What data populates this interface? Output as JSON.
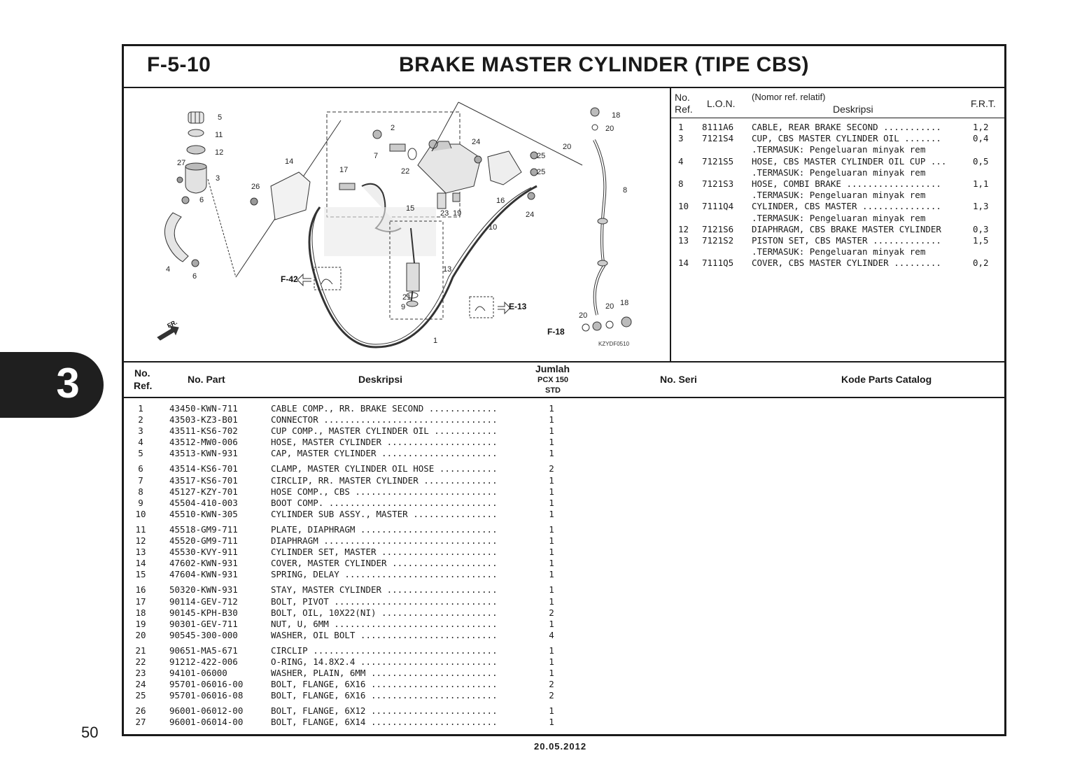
{
  "header": {
    "code": "F-5-10",
    "title": "BRAKE MASTER CYLINDER (TIPE CBS)"
  },
  "section_tab": "3",
  "page_number": "50",
  "date": "20.05.2012",
  "diagram": {
    "code": "KZYDF0510",
    "refs": {
      "F42": "F-42",
      "E13": "E-13",
      "F18": "F-18",
      "FR": "FR."
    },
    "callouts": [
      "1",
      "2",
      "3",
      "4",
      "5",
      "6",
      "6",
      "7",
      "8",
      "9",
      "10",
      "11",
      "12",
      "13",
      "14",
      "15",
      "16",
      "17",
      "18",
      "18",
      "19",
      "20",
      "20",
      "20",
      "21",
      "22",
      "23",
      "24",
      "24",
      "25",
      "25",
      "26",
      "27"
    ]
  },
  "frt_table": {
    "headers": {
      "no": "No.",
      "ref": "Ref.",
      "lon": "L.O.N.",
      "nomor_ref": "(Nomor ref. relatif)",
      "deskripsi": "Deskripsi",
      "frt": "F.R.T."
    },
    "rows": [
      {
        "ref": "1",
        "lon": "8111A6",
        "desc": "CABLE, REAR BRAKE SECOND ...........",
        "frt": "1,2"
      },
      {
        "ref": "3",
        "lon": "7121S4",
        "desc": "CUP, CBS MASTER CYLINDER OIL .......",
        "frt": "0,4"
      },
      {
        "ref": "",
        "lon": "",
        "desc": ".TERMASUK: Pengeluaran minyak rem",
        "frt": ""
      },
      {
        "ref": "4",
        "lon": "7121S5",
        "desc": "HOSE, CBS MASTER CYLINDER OIL CUP ...",
        "frt": "0,5"
      },
      {
        "ref": "",
        "lon": "",
        "desc": ".TERMASUK: Pengeluaran minyak rem",
        "frt": ""
      },
      {
        "ref": "8",
        "lon": "7121S3",
        "desc": "HOSE, COMBI BRAKE ..................",
        "frt": "1,1"
      },
      {
        "ref": "",
        "lon": "",
        "desc": ".TERMASUK: Pengeluaran minyak rem",
        "frt": ""
      },
      {
        "ref": "10",
        "lon": "7111Q4",
        "desc": "CYLINDER, CBS MASTER ...............",
        "frt": "1,3"
      },
      {
        "ref": "",
        "lon": "",
        "desc": ".TERMASUK: Pengeluaran minyak rem",
        "frt": ""
      },
      {
        "ref": "12",
        "lon": "7121S6",
        "desc": "DIAPHRAGM, CBS BRAKE MASTER CYLINDER",
        "frt": "0,3"
      },
      {
        "ref": "13",
        "lon": "7121S2",
        "desc": "PISTON SET, CBS MASTER .............",
        "frt": "1,5"
      },
      {
        "ref": "",
        "lon": "",
        "desc": ".TERMASUK: Pengeluaran minyak rem",
        "frt": ""
      },
      {
        "ref": "14",
        "lon": "7111Q5",
        "desc": "COVER, CBS MASTER CYLINDER .........",
        "frt": "0,2"
      }
    ]
  },
  "parts_table": {
    "headers": {
      "no": "No.",
      "ref": "Ref.",
      "part": "No. Part",
      "desc": "Deskripsi",
      "jumlah": "Jumlah",
      "model": "PCX 150",
      "variant": "STD",
      "seri": "No. Seri",
      "kode": "Kode Parts Catalog"
    },
    "groups": [
      [
        {
          "ref": "1",
          "part": "43450-KWN-711",
          "desc": "CABLE COMP., RR. BRAKE SECOND .............",
          "qty": "1"
        },
        {
          "ref": "2",
          "part": "43503-KZ3-B01",
          "desc": "CONNECTOR .................................",
          "qty": "1"
        },
        {
          "ref": "3",
          "part": "43511-KS6-702",
          "desc": "CUP COMP., MASTER CYLINDER OIL ............",
          "qty": "1"
        },
        {
          "ref": "4",
          "part": "43512-MW0-006",
          "desc": "HOSE, MASTER CYLINDER .....................",
          "qty": "1"
        },
        {
          "ref": "5",
          "part": "43513-KWN-931",
          "desc": "CAP, MASTER CYLINDER ......................",
          "qty": "1"
        }
      ],
      [
        {
          "ref": "6",
          "part": "43514-KS6-701",
          "desc": "CLAMP, MASTER CYLINDER OIL HOSE ...........",
          "qty": "2"
        },
        {
          "ref": "7",
          "part": "43517-KS6-701",
          "desc": "CIRCLIP, RR. MASTER CYLINDER ..............",
          "qty": "1"
        },
        {
          "ref": "8",
          "part": "45127-KZY-701",
          "desc": "HOSE COMP., CBS ...........................",
          "qty": "1"
        },
        {
          "ref": "9",
          "part": "45504-410-003",
          "desc": "BOOT COMP. ................................",
          "qty": "1"
        },
        {
          "ref": "10",
          "part": "45510-KWN-305",
          "desc": "CYLINDER SUB ASSY., MASTER ................",
          "qty": "1"
        }
      ],
      [
        {
          "ref": "11",
          "part": "45518-GM9-711",
          "desc": "PLATE, DIAPHRAGM ..........................",
          "qty": "1"
        },
        {
          "ref": "12",
          "part": "45520-GM9-711",
          "desc": "DIAPHRAGM .................................",
          "qty": "1"
        },
        {
          "ref": "13",
          "part": "45530-KVY-911",
          "desc": "CYLINDER SET, MASTER ......................",
          "qty": "1"
        },
        {
          "ref": "14",
          "part": "47602-KWN-931",
          "desc": "COVER, MASTER CYLINDER ....................",
          "qty": "1"
        },
        {
          "ref": "15",
          "part": "47604-KWN-931",
          "desc": "SPRING, DELAY .............................",
          "qty": "1"
        }
      ],
      [
        {
          "ref": "16",
          "part": "50320-KWN-931",
          "desc": "STAY, MASTER CYLINDER .....................",
          "qty": "1"
        },
        {
          "ref": "17",
          "part": "90114-GEV-712",
          "desc": "BOLT, PIVOT ...............................",
          "qty": "1"
        },
        {
          "ref": "18",
          "part": "90145-KPH-B30",
          "desc": "BOLT, OIL, 10X22(NI) ......................",
          "qty": "2"
        },
        {
          "ref": "19",
          "part": "90301-GEV-711",
          "desc": "NUT, U, 6MM ...............................",
          "qty": "1"
        },
        {
          "ref": "20",
          "part": "90545-300-000",
          "desc": "WASHER, OIL BOLT ..........................",
          "qty": "4"
        }
      ],
      [
        {
          "ref": "21",
          "part": "90651-MA5-671",
          "desc": "CIRCLIP ...................................",
          "qty": "1"
        },
        {
          "ref": "22",
          "part": "91212-422-006",
          "desc": "O-RING, 14.8X2.4 ..........................",
          "qty": "1"
        },
        {
          "ref": "23",
          "part": "94101-06000",
          "desc": "WASHER, PLAIN, 6MM ........................",
          "qty": "1"
        },
        {
          "ref": "24",
          "part": "95701-06016-00",
          "desc": "BOLT, FLANGE, 6X16 ........................",
          "qty": "2"
        },
        {
          "ref": "25",
          "part": "95701-06016-08",
          "desc": "BOLT, FLANGE, 6X16 ........................",
          "qty": "2"
        }
      ],
      [
        {
          "ref": "26",
          "part": "96001-06012-00",
          "desc": "BOLT, FLANGE, 6X12 ........................",
          "qty": "1"
        },
        {
          "ref": "27",
          "part": "96001-06014-00",
          "desc": "BOLT, FLANGE, 6X14 ........................",
          "qty": "1"
        }
      ]
    ]
  }
}
